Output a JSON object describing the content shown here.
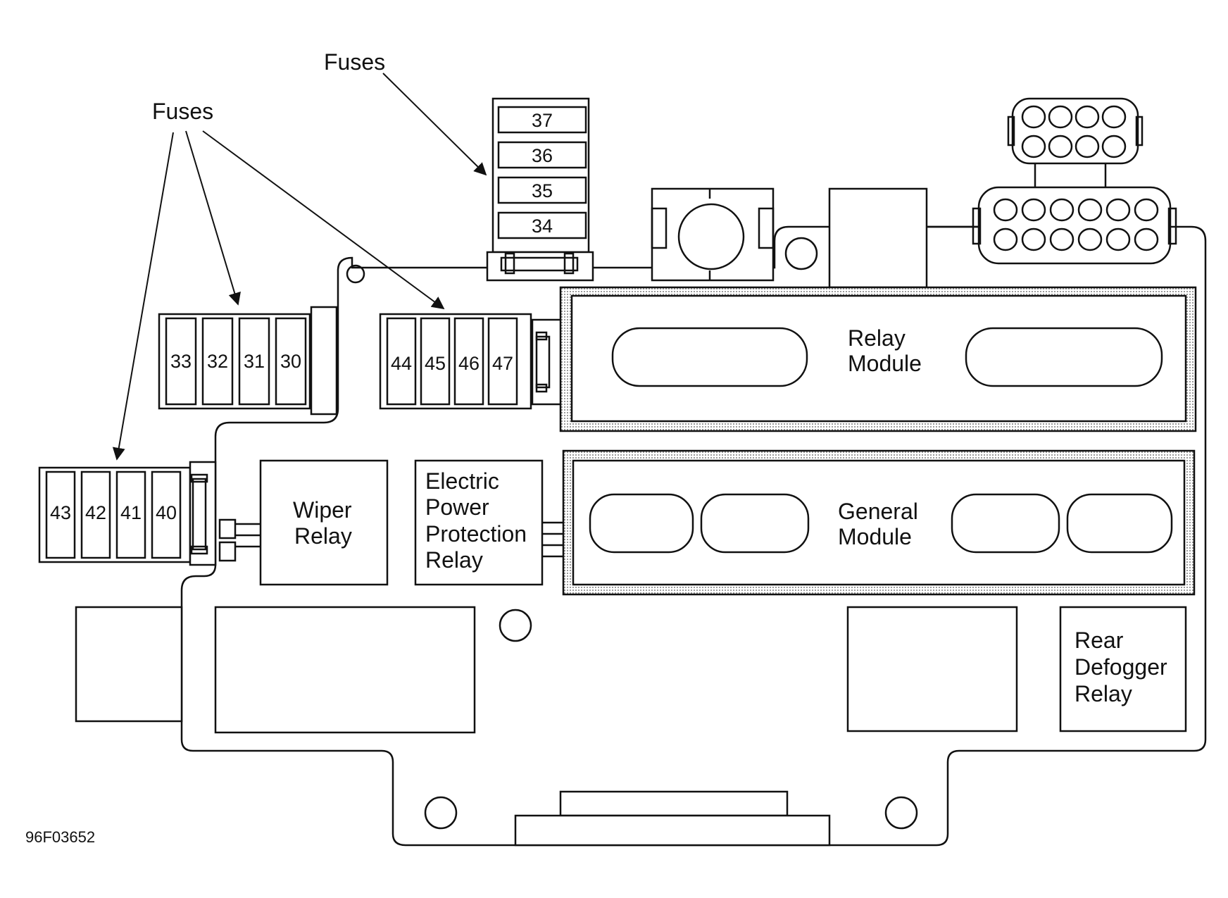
{
  "callouts": {
    "fuses_left": "Fuses",
    "fuses_top": "Fuses"
  },
  "fuse_blocks": {
    "top": [
      "37",
      "36",
      "35",
      "34"
    ],
    "upper_left": [
      "33",
      "32",
      "31",
      "30"
    ],
    "middle": [
      "44",
      "45",
      "46",
      "47"
    ],
    "lower_left": [
      "43",
      "42",
      "41",
      "40"
    ]
  },
  "modules": {
    "relay_module": [
      "Relay",
      "Module"
    ],
    "general_module": [
      "General",
      "Module"
    ]
  },
  "relays": {
    "wiper": [
      "Wiper",
      "Relay"
    ],
    "epp": [
      "Electric",
      "Power",
      "Protection",
      "Relay"
    ],
    "rear_defogger": [
      "Rear",
      "Defogger",
      "Relay"
    ]
  },
  "figure_code": "96F03652",
  "colors": {
    "line": "#111111",
    "background": "#ffffff"
  }
}
